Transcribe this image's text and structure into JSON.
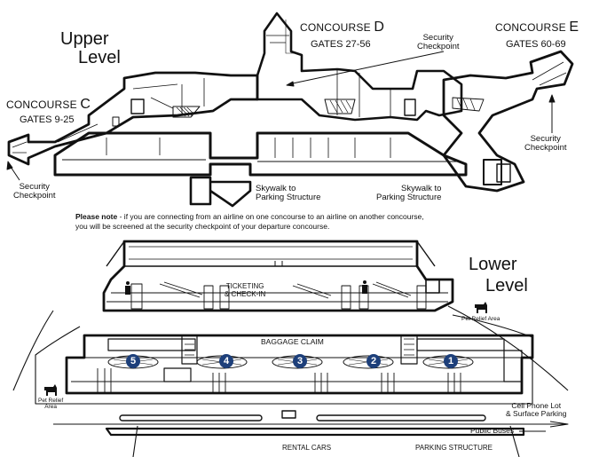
{
  "levels": {
    "upper": [
      "Upper",
      "Level"
    ],
    "lower": [
      "Lower",
      "Level"
    ]
  },
  "concourses": {
    "c": {
      "prefix": "CONCOURSE ",
      "letter": "C",
      "gates": "GATES 9-25"
    },
    "d": {
      "prefix": "CONCOURSE ",
      "letter": "D",
      "gates": "GATES 27-56"
    },
    "e": {
      "prefix": "CONCOURSE ",
      "letter": "E",
      "gates": "GATES 60-69"
    }
  },
  "labels": {
    "security_checkpoint": [
      "Security",
      "Checkpoint"
    ],
    "skywalk_left": [
      "Skywalk to",
      "Parking Structure"
    ],
    "skywalk_right": [
      "Skywalk to",
      "Parking Structure"
    ],
    "ticketing": [
      "TICKETING",
      "& CHECK-IN"
    ],
    "baggage_claim": "BAGGAGE CLAIM",
    "pet_relief": [
      "Pet Relief",
      "Area"
    ],
    "pet_relief_inline": "Pet Relief Area",
    "cell_phone_lot": [
      "Cell Phone Lot",
      "& Surface Parking"
    ],
    "public_buses": "Public Buses",
    "rental_cars": "RENTAL CARS",
    "parking_structure": "PARKING STRUCTURE"
  },
  "note": {
    "bold": "Please note",
    "line1": " - if you are connecting from an airline on one concourse to an airline on another concourse,",
    "line2": "you will be screened at the security checkpoint of your departure concourse."
  },
  "carousels": [
    "5",
    "4",
    "3",
    "2",
    "1"
  ],
  "colors": {
    "line": "#111111",
    "badge": "#1d3f7a"
  }
}
